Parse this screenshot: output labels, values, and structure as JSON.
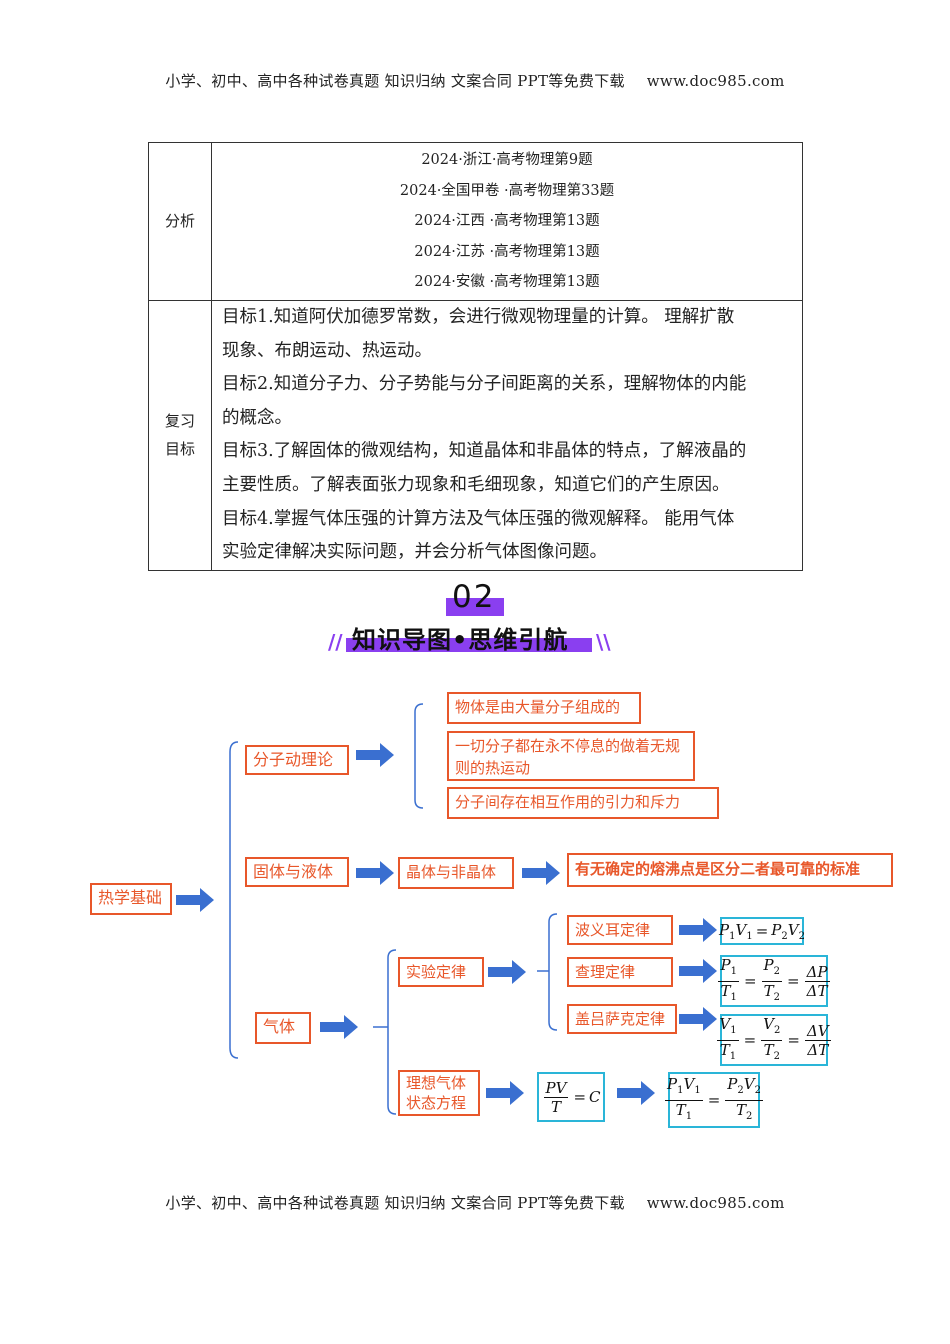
{
  "header": {
    "text": "小学、初中、高中各种试卷真题  知识归纳  文案合同  PPT等免费下载",
    "site": "www.doc985.com"
  },
  "footer": {
    "text": "小学、初中、高中各种试卷真题  知识归纳  文案合同  PPT等免费下载",
    "site": "www.doc985.com"
  },
  "table": {
    "analysis_label": "分析",
    "sources": [
      "2024·浙江·高考物理第9题",
      "2024·全国甲卷  ·高考物理第33题",
      "2024·江西  ·高考物理第13题",
      "2024·江苏  ·高考物理第13题",
      "2024·安徽  ·高考物理第13题"
    ],
    "review_label_1": "复习",
    "review_label_2": "目标",
    "goals": [
      "目标1.知道阿伏加德罗常数，会进行微观物理量的计算。  理解扩散",
      "现象、布朗运动、热运动。",
      "目标2.知道分子力、分子势能与分子间距离的关系，理解物体的内能",
      "的概念。",
      "目标3.了解固体的微观结构，知道晶体和非晶体的特点，了解液晶的",
      "主要性质。了解表面张力现象和毛细现象，知道它们的产生原因。",
      "目标4.掌握气体压强的计算方法及气体压强的微观解释。  能用气体",
      "实验定律解决实际问题，并会分析气体图像问题。"
    ]
  },
  "banner": {
    "number": "02",
    "title": "知识导图•思维引航"
  },
  "mindmap": {
    "root": "热学基础",
    "kinetic": "分子动理论",
    "kinetic_items": [
      "物体是由大量分子组成的",
      "一切分子都在永不停息的做着无规则的热运动",
      "分子间存在相互作用的引力和斥力"
    ],
    "solid_liquid": "固体与液体",
    "crystal": "晶体与非晶体",
    "crystal_note": "有无确定的熔沸点是区分二者最可靠的标准",
    "gas": "气体",
    "exp_laws": "实验定律",
    "boyle": "波义耳定律",
    "charles": "查理定律",
    "gaylussac": "盖吕萨克定律",
    "ideal_1": "理想气体",
    "ideal_2": "状态方程"
  },
  "colors": {
    "orange": "#e8572a",
    "blue_arrow": "#3a6fd0",
    "cyan_border": "#2ab5d8",
    "purple": "#8a3ff0"
  }
}
